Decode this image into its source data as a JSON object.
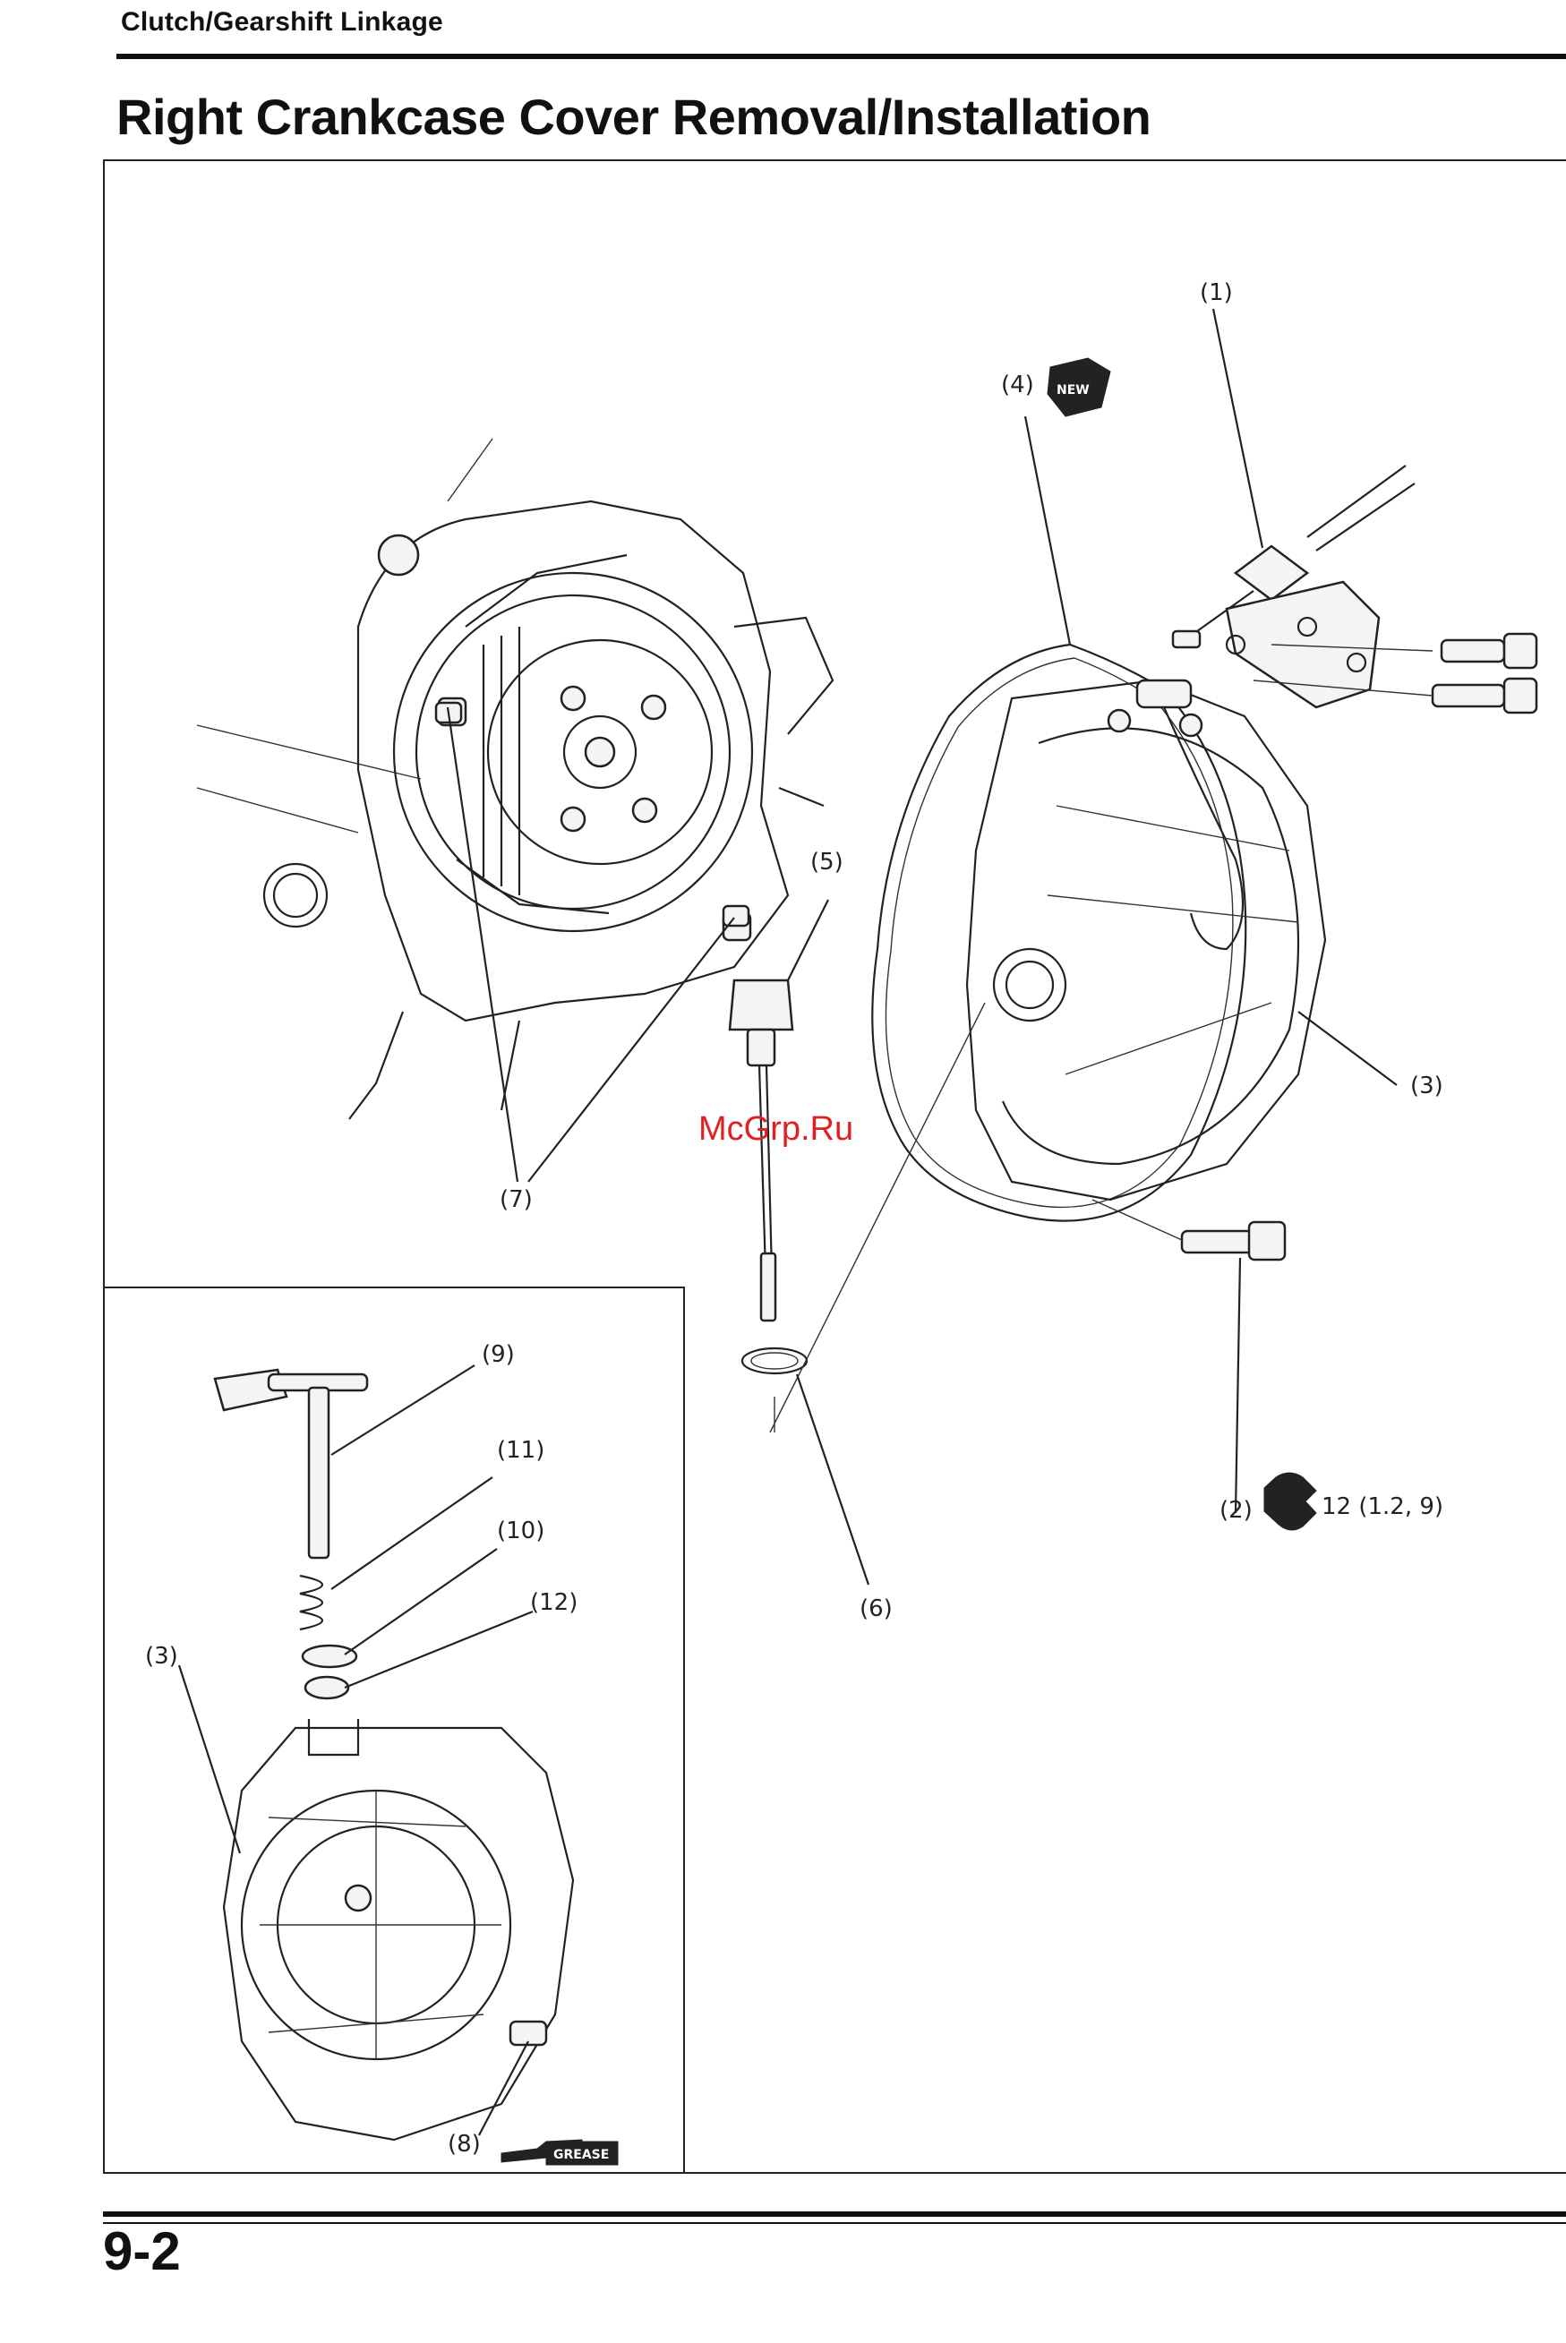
{
  "header": {
    "section": "Clutch/Gearshift Linkage",
    "title": "Right Crankcase Cover Removal/Installation"
  },
  "diagram": {
    "callouts": {
      "c1": "(1)",
      "c2": "(2)",
      "c3a": "(3)",
      "c3b": "(3)",
      "c4": "(4)",
      "c5": "(5)",
      "c6": "(6)",
      "c7": "(7)",
      "c8": "(8)",
      "c9": "(9)",
      "c10": "(10)",
      "c11": "(11)",
      "c12": "(12)"
    },
    "torque_spec": "12 (1.2, 9)",
    "badges": {
      "new": "NEW",
      "grease": "GREASE"
    },
    "watermark": "McGrp.Ru",
    "icons": [
      "new-part-icon",
      "torque-wrench-icon",
      "grease-icon"
    ]
  },
  "footer": {
    "page_number": "9-2"
  }
}
